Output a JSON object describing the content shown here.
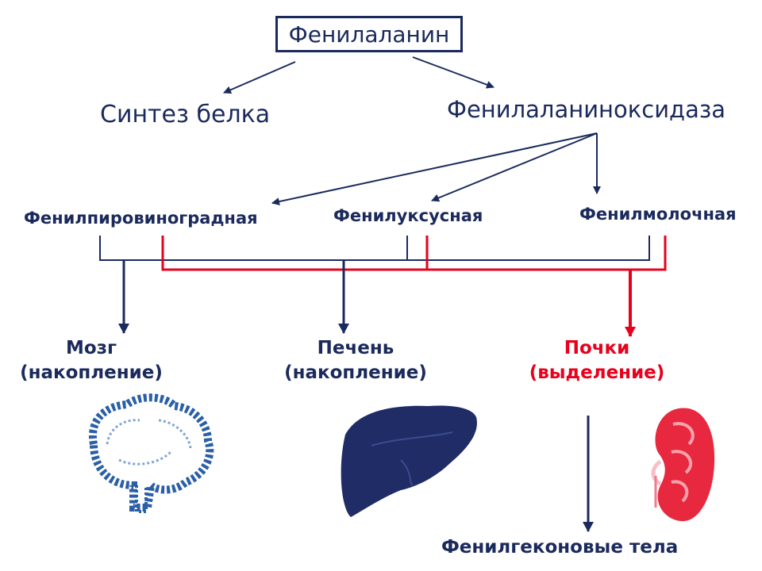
{
  "title": "Фенилаланин",
  "protein_synthesis": "Синтез белка",
  "enzyme": "Фенилаланиноксидаза",
  "metabolites": [
    "Фенилпировиноградная",
    "Фенилуксусная",
    "Фенилмолочная"
  ],
  "organs": {
    "brain": {
      "name": "Мозг",
      "note": "(накопление)"
    },
    "liver": {
      "name": "Печень",
      "note": "(накопление)"
    },
    "kidneys": {
      "name": "Почки",
      "note": "(выделение)"
    }
  },
  "ketone_bodies": "Фенилгеконовые тела",
  "colors": {
    "navy": "#1b2a5c",
    "red": "#e8001c",
    "brain_blue": "#2a5fa8",
    "liver_navy": "#1f2c66",
    "kidney_red": "#e8283f"
  }
}
